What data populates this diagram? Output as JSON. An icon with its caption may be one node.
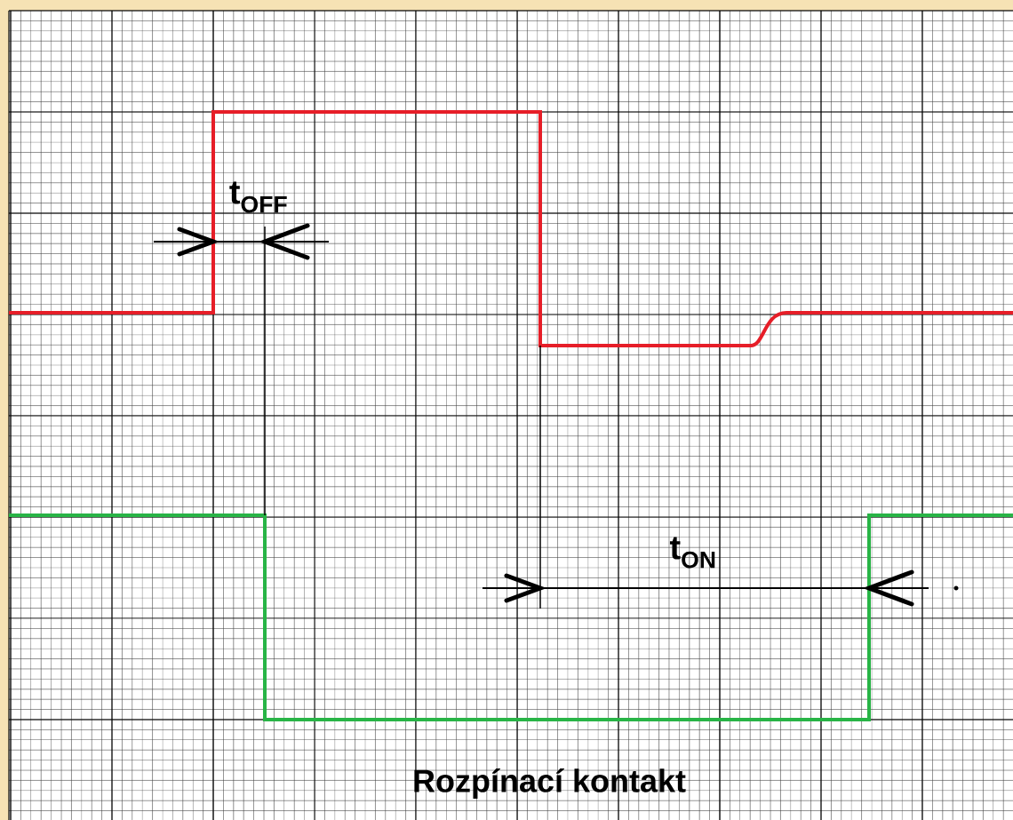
{
  "diagram": {
    "title": "Rozpínací kontakt",
    "labels": [
      "t$_{OFF}$",
      "t$_{ON}$"
    ]
  }
}
